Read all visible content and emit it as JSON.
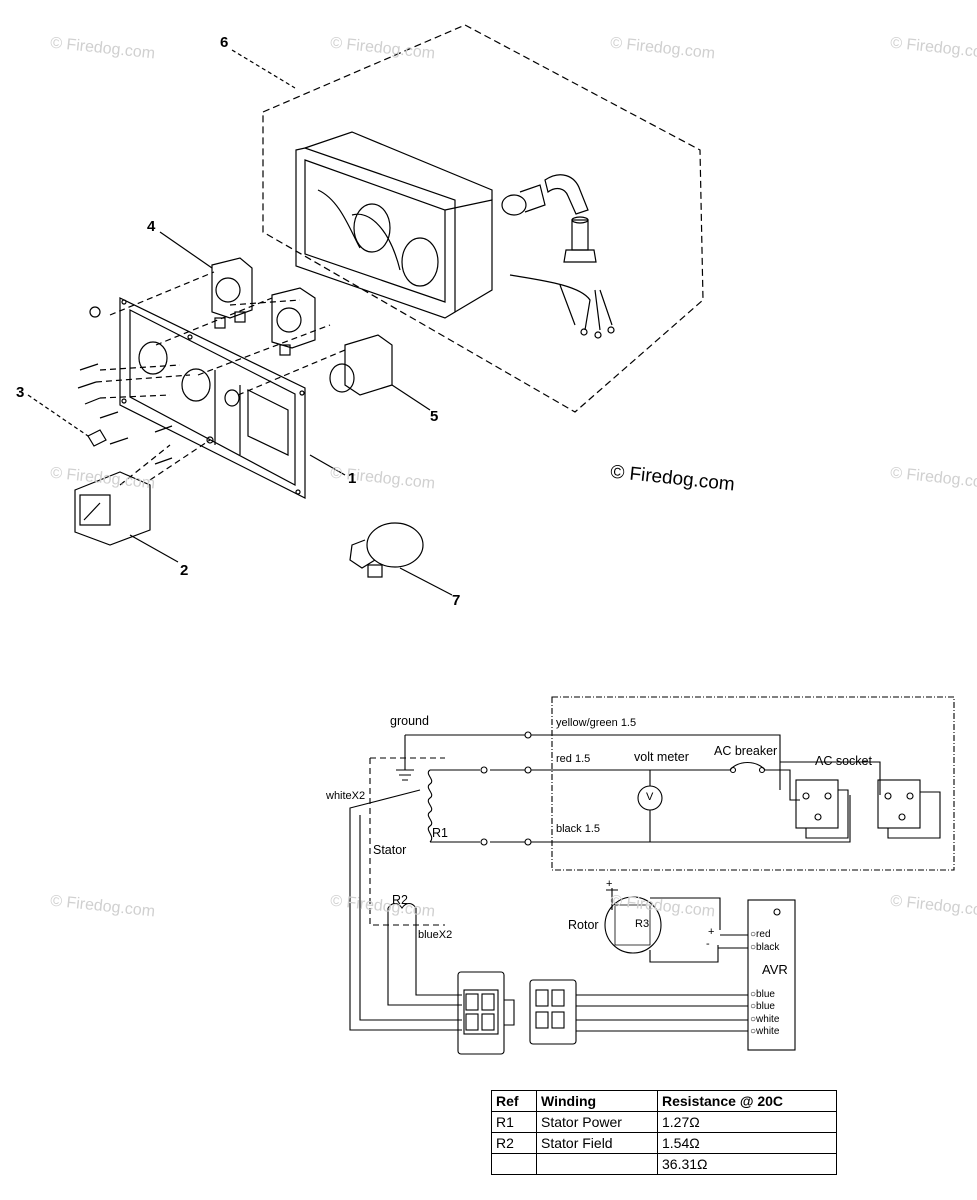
{
  "watermark": {
    "text": "© Firedog.com"
  },
  "exploded_view": {
    "part_labels": [
      "1",
      "2",
      "3",
      "4",
      "5",
      "6",
      "7"
    ]
  },
  "wiring_diagram": {
    "labels": {
      "ground": "ground",
      "yellow_green": "yellow/green 1.5",
      "red": "red 1.5",
      "black": "black 1.5",
      "volt_meter": "volt meter",
      "volt_symbol": "V",
      "ac_breaker": "AC breaker",
      "ac_socket": "AC socket",
      "white_x2": "whiteX2",
      "r1": "R1",
      "stator": "Stator",
      "r2": "R2",
      "blue_x2": "blueX2",
      "rotor": "Rotor",
      "r3": "R3",
      "avr": "AVR",
      "avr_pins": [
        "red",
        "black",
        "blue",
        "blue",
        "white",
        "white"
      ],
      "plus": "+",
      "minus": "-"
    }
  },
  "resistance_table": {
    "headers": [
      "Ref",
      "Winding",
      "Resistance @ 20C"
    ],
    "rows": [
      [
        "R1",
        "Stator Power",
        "1.27Ω"
      ],
      [
        "R2",
        "Stator Field",
        "1.54Ω"
      ],
      [
        "",
        "",
        "36.31Ω"
      ]
    ]
  }
}
